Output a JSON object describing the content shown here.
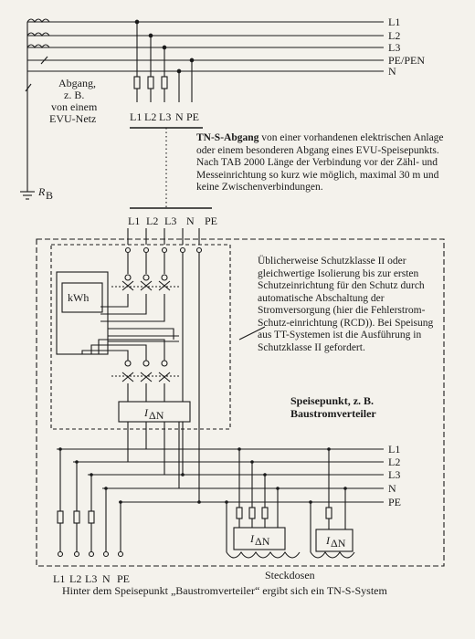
{
  "net_lines": [
    "L1",
    "L2",
    "L3",
    "PE/PEN",
    "N"
  ],
  "source": {
    "label_lines": [
      "Abgang,",
      "z. B.",
      "von einem",
      "EVU-Netz"
    ],
    "earth_label": "R",
    "earth_sub": "B"
  },
  "tap1_labels": [
    "L1",
    "L2",
    "L3",
    "N",
    "PE"
  ],
  "tap2_labels": [
    "L1",
    "L2",
    "L3",
    "N",
    "PE"
  ],
  "tap3_labels": [
    "L1",
    "L2",
    "L3",
    "N",
    "PE"
  ],
  "tn_text": {
    "bold": "TN-S-Abgang",
    "rest": " von einer vorhandenen elektrischen Anlage oder einem besonderen Abgang eines EVU-Speisepunkts.",
    "line2": "Nach TAB 2000 Länge der Verbindung vor der Zähl- und Messeinrichtung so kurz wie möglich, maximal 30 m und keine Zwischenverbindungen."
  },
  "note": "Üblicherweise Schutzklasse II oder gleichwertige Isolierung bis zur ersten Schutzeinrichtung für den Schutz durch automatische Abschaltung der Stromversorgung (hier die Fehlerstrom-Schutz-einrichtung (RCD)). Bei Speisung aus TT-Systemen ist die Ausführung in Schutzklasse II gefordert.",
  "meter_label": "kWh",
  "rcd_label": "I",
  "rcd_sub": "ΔN",
  "feed_label": [
    "Speisepunkt, z. B.",
    "Baustromverteiler"
  ],
  "bus_labels": [
    "L1",
    "L2",
    "L3",
    "N",
    "PE"
  ],
  "sockets_label": "Steckdosen",
  "caption": "Hinter dem Speisepunkt „Baustromverteiler“ ergibt sich ein TN-S-System"
}
